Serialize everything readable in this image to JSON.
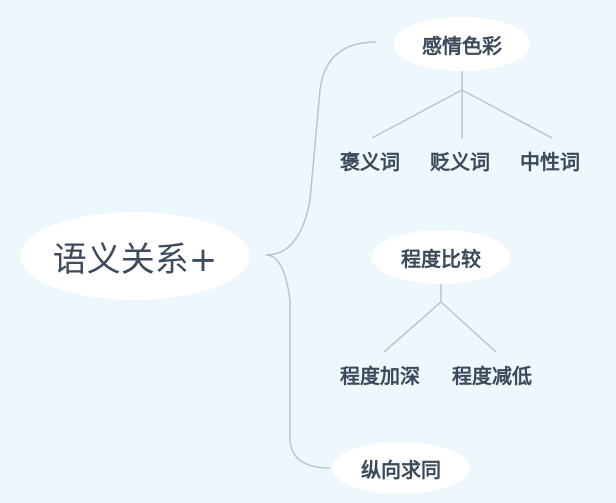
{
  "root": {
    "label": "语义关系+"
  },
  "topics": [
    {
      "label": "感情色彩",
      "children": [
        "褒义词",
        "贬义词",
        "中性词"
      ]
    },
    {
      "label": "程度比较",
      "children": [
        "程度加深",
        "程度减低"
      ]
    },
    {
      "label": "纵向求同",
      "children": []
    }
  ],
  "colors": {
    "background": "#eef7fb",
    "node_fill": "#ffffff",
    "connector": "#b8c5cf",
    "text": "#3b4a5a"
  }
}
